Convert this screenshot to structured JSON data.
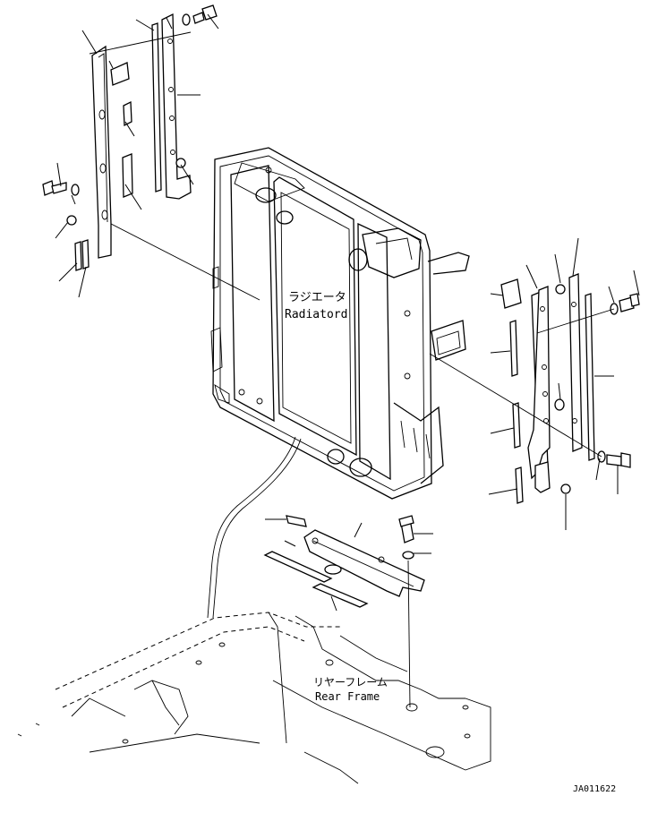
{
  "labels": {
    "radiator_jp": "ラジエータ",
    "radiator_en": "Radiatord",
    "rear_frame_jp": "リヤーフレーム",
    "rear_frame_en": "Rear Frame",
    "drawing_code": "JA011622"
  },
  "colors": {
    "line": "#000000",
    "background": "#ffffff"
  }
}
